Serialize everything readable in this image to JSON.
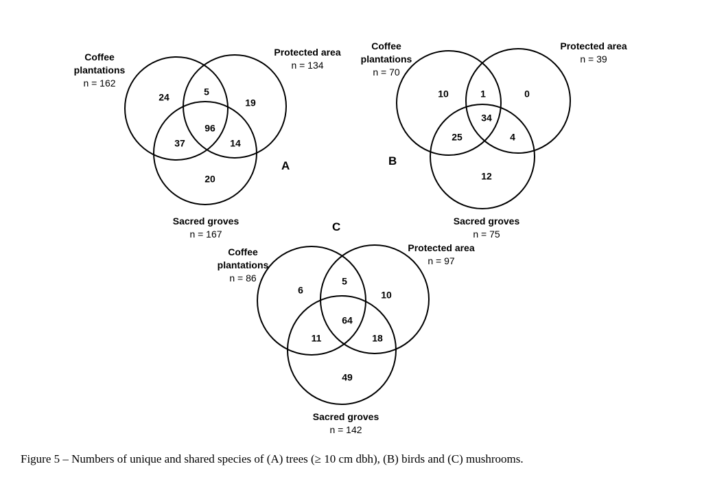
{
  "panels": {
    "A": {
      "letter": "A",
      "coffee": {
        "name": "Coffee plantations",
        "n": "n = 162"
      },
      "protected": {
        "name": "Protected area",
        "n": "n = 134"
      },
      "sacred": {
        "name": "Sacred groves",
        "n": "n = 167"
      },
      "counts": {
        "coffee_only": "24",
        "coffee_protected": "5",
        "protected_only": "19",
        "all_three": "96",
        "coffee_sacred": "37",
        "protected_sacred": "14",
        "sacred_only": "20"
      }
    },
    "B": {
      "letter": "B",
      "coffee": {
        "name": "Coffee plantations",
        "n": "n = 70"
      },
      "protected": {
        "name": "Protected area",
        "n": "n = 39"
      },
      "sacred": {
        "name": "Sacred groves",
        "n": "n = 75"
      },
      "counts": {
        "coffee_only": "10",
        "coffee_protected": "1",
        "protected_only": "0",
        "all_three": "34",
        "coffee_sacred": "25",
        "protected_sacred": "4",
        "sacred_only": "12"
      }
    },
    "C": {
      "letter": "C",
      "coffee": {
        "name": "Coffee plantations",
        "n": "n = 86"
      },
      "protected": {
        "name": "Protected area",
        "n": "n = 97"
      },
      "sacred": {
        "name": "Sacred groves",
        "n": "n = 142"
      },
      "counts": {
        "coffee_only": "6",
        "coffee_protected": "5",
        "protected_only": "10",
        "all_three": "64",
        "coffee_sacred": "11",
        "protected_sacred": "18",
        "sacred_only": "49"
      }
    }
  },
  "caption": "Figure 5 – Numbers of unique and shared species of (A) trees (≥ 10 cm dbh), (B) birds and (C) mushrooms."
}
